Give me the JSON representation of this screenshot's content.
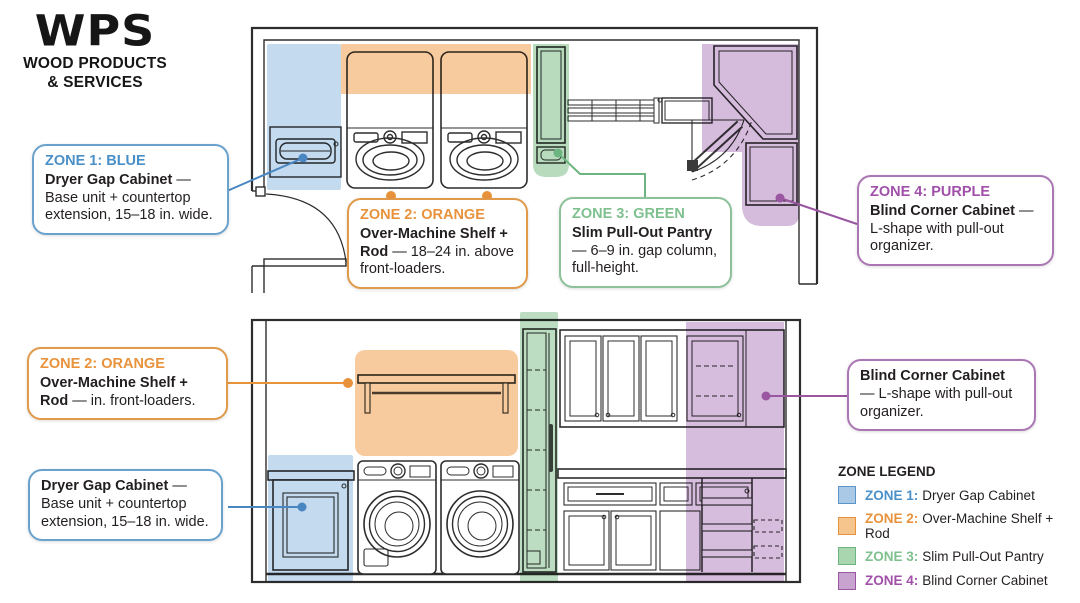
{
  "logo": {
    "acronym": "WPS",
    "line1": "WOOD PRODUCTS",
    "line2": "& SERVICES"
  },
  "colors": {
    "blue_text": "#4a90c8",
    "blue_line": "#4a86c2",
    "blue_fill": "#a9c9e6",
    "orange_text": "#e8923c",
    "orange_fill": "#f6c58e",
    "green_text": "#7fc08f",
    "green_line": "#6cb580",
    "green_fill": "#a9d6af",
    "purple_text": "#a050a8",
    "purple_line": "#9a56a0",
    "purple_fill": "#c9a3d0",
    "ink": "#231f20"
  },
  "callouts": [
    {
      "title": "ZONE 1: BLUE",
      "name": "Dryer Gap Cabinet",
      "rest": " — Base unit + countertop extension, 15–18 in. wide."
    },
    {
      "title": "ZONE 2: ORANGE",
      "name": "Over-Machine Shelf + Rod",
      "rest": " — 18–24 in. above front-loaders."
    },
    {
      "title": "ZONE 3: GREEN",
      "name": "Slim Pull-Out Pantry",
      "rest": " — 6–9 in. gap column, full-height."
    },
    {
      "title": "ZONE 4: PURPLE",
      "name": "Blind Corner Cabinet",
      "rest": " — L-shape with pull-out organizer."
    },
    {
      "title": "ZONE 2: ORANGE",
      "name": "Over-Machine Shelf + Rod",
      "rest": " — in. front-loaders."
    },
    {
      "title": "",
      "name": "Dryer Gap Cabinet",
      "rest": " — Base unit + countertop extension, 15–18 in. wide."
    },
    {
      "title": "",
      "name": "Blind Corner Cabinet",
      "rest": " — L-shape with pull-out organizer."
    }
  ],
  "legend": {
    "title": "ZONE LEGEND",
    "items": [
      {
        "zone": "ZONE 1:",
        "label": "Dryer Gap Cabinet",
        "color": "#a9c9e6"
      },
      {
        "zone": "ZONE 2:",
        "label": "Over-Machine Shelf + Rod",
        "color": "#f6c58e"
      },
      {
        "zone": "ZONE 3:",
        "label": "Slim Pull-Out Pantry",
        "color": "#a9d6af"
      },
      {
        "zone": "ZONE 4:",
        "label": "Blind Corner Cabinet",
        "color": "#c9a3d0"
      }
    ]
  }
}
